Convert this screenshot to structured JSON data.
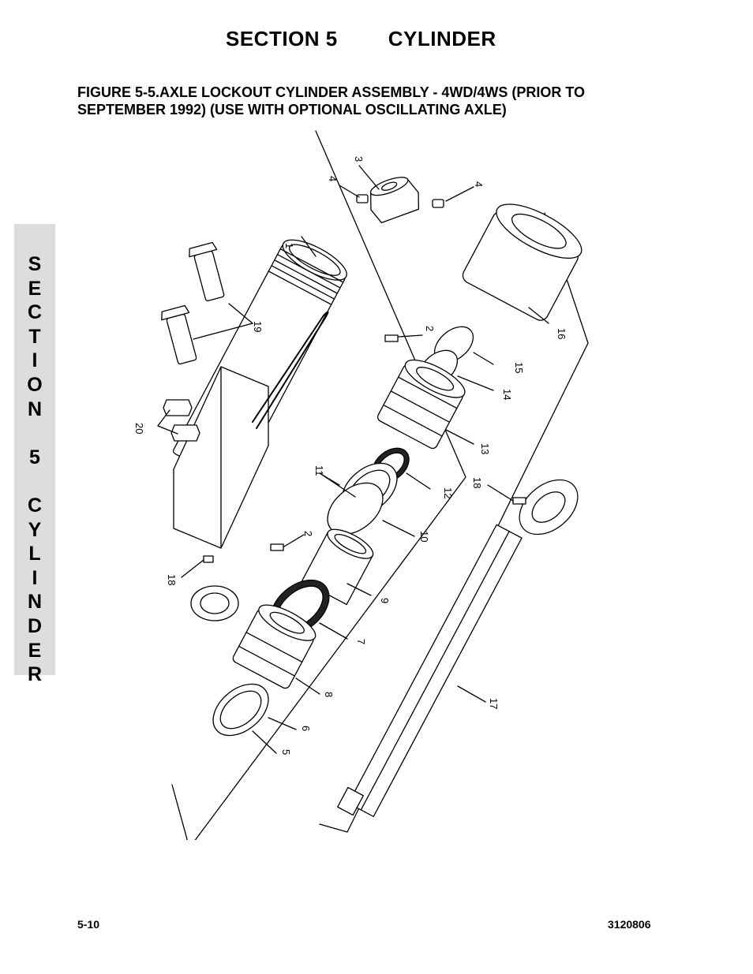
{
  "header": {
    "section": "SECTION 5",
    "name": "CYLINDER"
  },
  "figure_title": "FIGURE 5-5.AXLE LOCKOUT CYLINDER ASSEMBLY - 4WD/4WS (PRIOR TO SEPTEMBER 1992) (USE WITH OPTIONAL OSCILLATING AXLE)",
  "side_tab": [
    "S",
    "E",
    "C",
    "T",
    "I",
    "O",
    "N",
    " ",
    "5",
    " ",
    "C",
    "Y",
    "L",
    "I",
    "N",
    "D",
    "E",
    "R"
  ],
  "callouts": [
    "1",
    "2",
    "2",
    "3",
    "4",
    "4",
    "5",
    "6",
    "7",
    "8",
    "9",
    "10",
    "11",
    "12",
    "13",
    "14",
    "15",
    "16",
    "17",
    "18",
    "18",
    "19",
    "20"
  ],
  "footer": {
    "page": "5-10",
    "doc_number": "3120806"
  }
}
